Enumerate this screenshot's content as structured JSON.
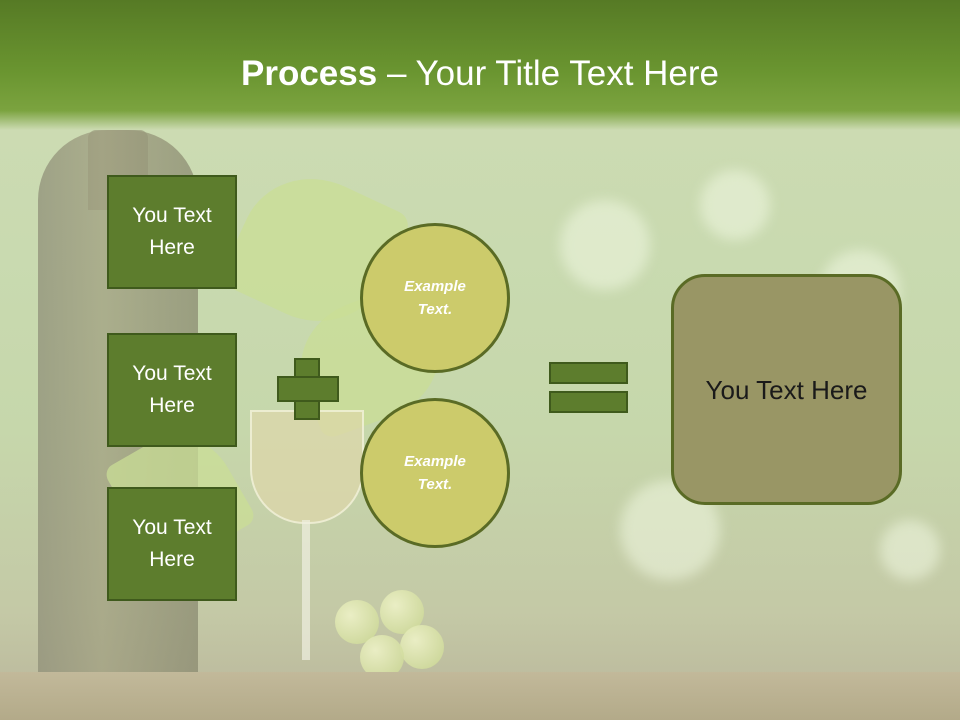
{
  "slide": {
    "title": {
      "strong": "Process",
      "rest": " – Your Title Text Here"
    },
    "left_boxes": [
      {
        "label": "You Text Here"
      },
      {
        "label": "You Text Here"
      },
      {
        "label": "You Text Here"
      }
    ],
    "circles": [
      {
        "label": "Example Text."
      },
      {
        "label": "Example Text."
      }
    ],
    "result": {
      "label": "You Text Here"
    },
    "colors": {
      "header_green": "#6a9530",
      "box_green": "#5d7d2d",
      "circle_fill": "#cccb6b",
      "result_fill": "#999665"
    },
    "icons": [
      "plus-icon",
      "equals-icon"
    ]
  }
}
